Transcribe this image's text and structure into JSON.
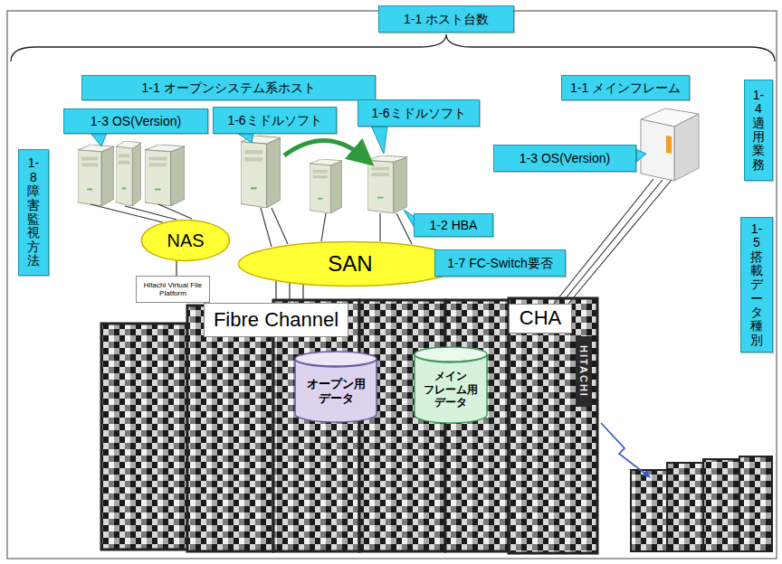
{
  "diagram": {
    "nodes": [
      {
        "text": [
          "1-1 ホスト台数"
        ]
      },
      {
        "text": [
          "1-1 オープンシステム系ホスト"
        ]
      },
      {
        "text": [
          "1-1 メインフレーム"
        ]
      },
      {
        "text": [
          "1-4適用業務"
        ]
      },
      {
        "text": [
          "1-6ミドルソフト"
        ]
      },
      {
        "text": [
          "1-3 OS(Version)"
        ]
      },
      {
        "text": [
          "1-6ミドルソフト"
        ]
      },
      {
        "text": [
          "1-3 OS(Version)"
        ]
      },
      {
        "text": [
          "1-8障害監視方法"
        ]
      },
      {
        "text": [
          "1-2 HBA"
        ]
      },
      {
        "text": [
          "NAS"
        ]
      },
      {
        "text": [
          "1-5搭載データ種別"
        ]
      },
      {
        "text": [
          "SAN"
        ]
      },
      {
        "text": [
          "1-7 FC-Switch要否"
        ]
      },
      {
        "text": [
          "Hitachi Virtual File Platform"
        ]
      },
      {
        "text": [
          "Fibre Channel"
        ]
      },
      {
        "text": [
          "CHA"
        ]
      },
      {
        "text": [
          "オープン用 データ"
        ]
      },
      {
        "text": [
          "メイン フレーム用 データ"
        ]
      }
    ],
    "edges": [
      {
        "from": 10,
        "to": 14,
        "arrow": "none"
      },
      {
        "from": 12,
        "to": 15,
        "arrow": "none"
      },
      {
        "from": 12,
        "to": 15,
        "arrow": "none"
      },
      {
        "from": 12,
        "to": 15,
        "arrow": "none"
      }
    ],
    "labels": [
      "HITACHI"
    ]
  }
}
